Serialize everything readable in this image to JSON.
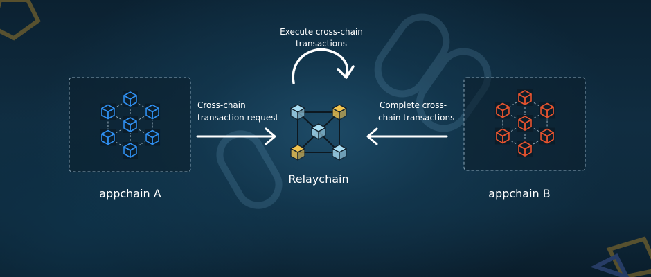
{
  "nodes": {
    "appchain_a": {
      "label": "appchain A",
      "color": "#2f8ff0"
    },
    "relaychain": {
      "label": "Relaychain",
      "color_light": "#a9ddf2",
      "color_gold": "#f2c44f"
    },
    "appchain_b": {
      "label": "appchain B",
      "color": "#e8542f"
    }
  },
  "arrows": {
    "left": {
      "text_line1": "Cross-chain",
      "text_line2": "transaction request"
    },
    "right": {
      "text_line1": "Complete cross-",
      "text_line2": "chain transactions"
    },
    "top": {
      "text_line1": "Execute cross-chain",
      "text_line2": "transactions"
    }
  }
}
